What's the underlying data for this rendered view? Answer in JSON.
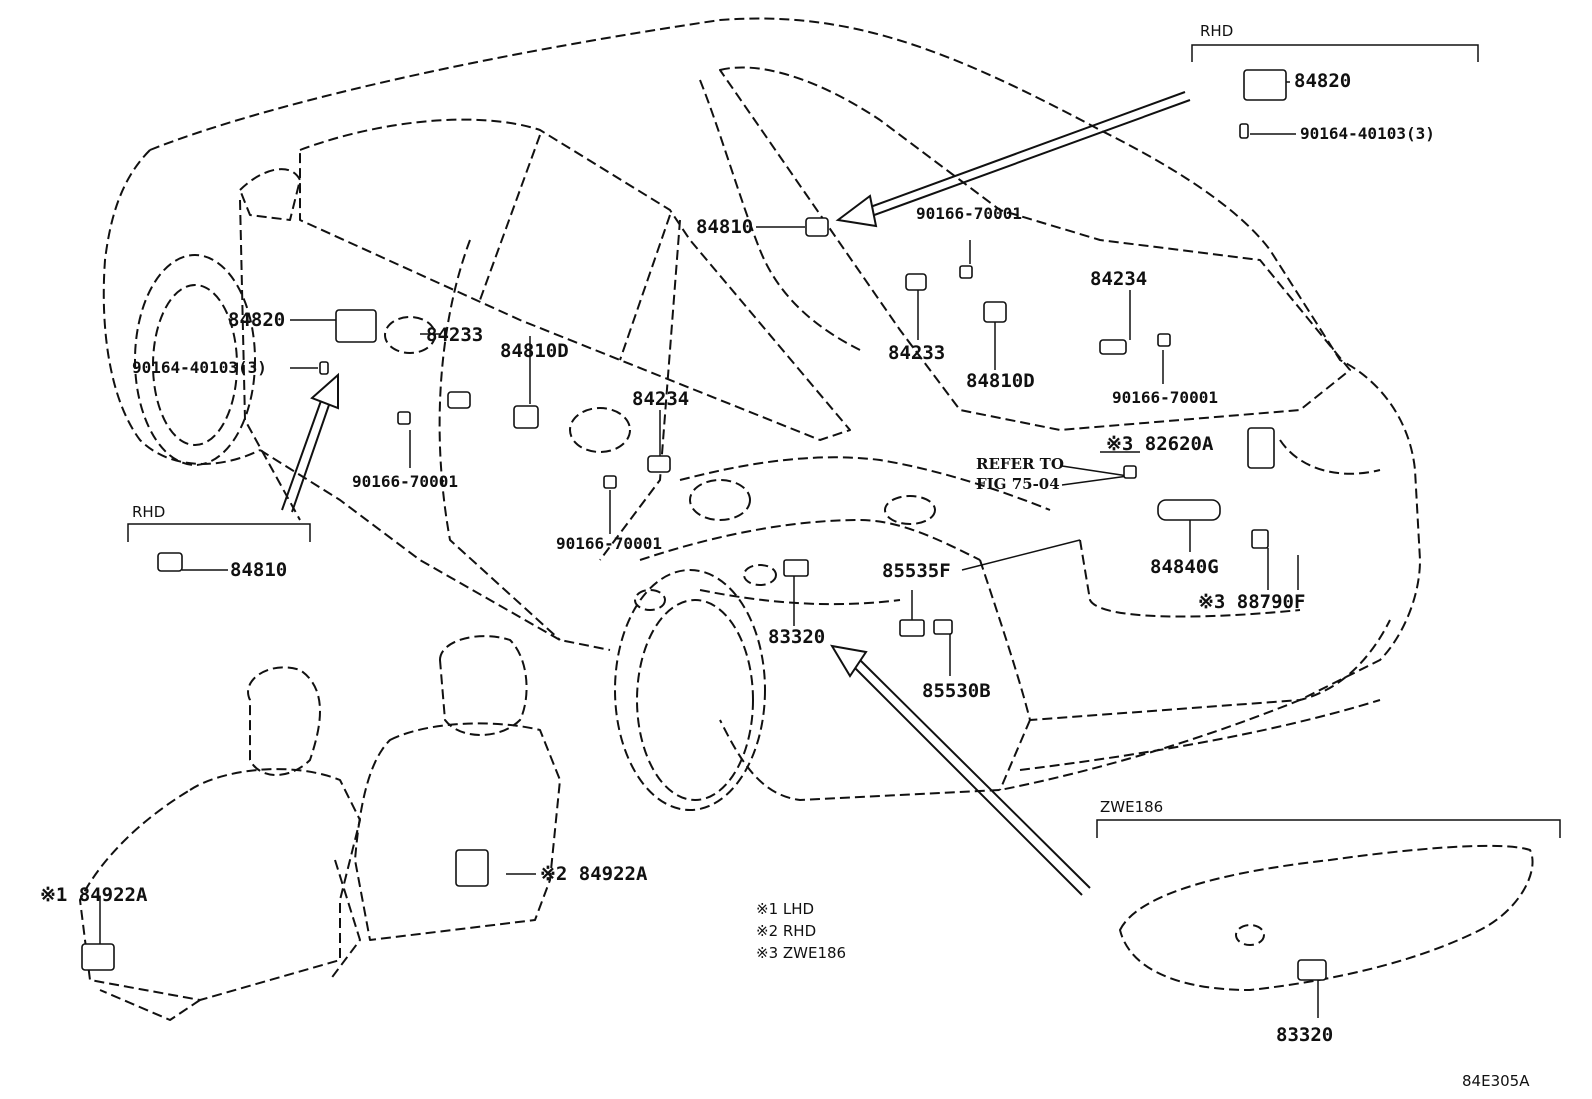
{
  "diagram_id": "84E305A",
  "callouts": {
    "rhd_top": "RHD",
    "rhd_left": "RHD",
    "zwe186": "ZWE186",
    "p84820_top": "84820",
    "p90164_top": "90164-40103(3)",
    "p84810_top": "84810",
    "p90166_top": "90166-70001",
    "p84234_right": "84234",
    "p84820_left": "84820",
    "p90164_left": "90164-40103(3)",
    "p84233_left": "84233",
    "p84810D_left": "84810D",
    "p84233_right": "84233",
    "p84810D_right": "84810D",
    "p90166_right": "90166-70001",
    "p84234_mid": "84234",
    "p90166_left": "90166-70001",
    "p90166_mid": "90166-70001",
    "p82620A": "※3 82620A",
    "refer_to": "REFER TO",
    "refer_fig": "FIG 75-04",
    "p84840G": "84840G",
    "p85535F": "85535F",
    "p88790F": "※3 88790F",
    "p84810_rhd": "84810",
    "p83320": "83320",
    "p85530B": "85530B",
    "p84922A_rhd": "※2 84922A",
    "p84922A_lhd": "※1 84922A",
    "p83320_zwe": "83320"
  },
  "legend": [
    "※1 LHD",
    "※2 RHD",
    "※3 ZWE186"
  ]
}
